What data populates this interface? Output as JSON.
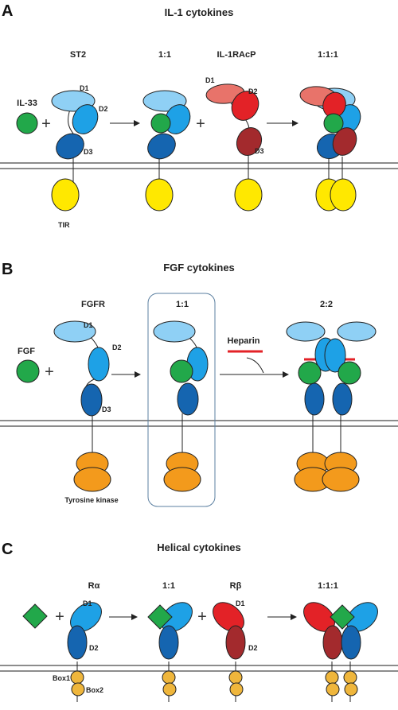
{
  "colors": {
    "ligand_green": "#22a84a",
    "d1_light_blue": "#8fd0f5",
    "d2_blue": "#1ea1e6",
    "d3_dark_blue": "#1565b0",
    "d1_salmon": "#e8736a",
    "d2_red": "#e32227",
    "d3_dark_red": "#a32a2d",
    "tir_yellow": "#ffe800",
    "kinase_orange": "#f39a1c",
    "box_gold": "#efb63c",
    "heparin_red": "#e32227",
    "membrane_gray": "#666666"
  },
  "panel_a": {
    "letter": "A",
    "title": "IL-1 cytokines",
    "receptor_label": "ST2",
    "complex1_label": "1:1",
    "coreceptor_label": "IL-1RAcP",
    "complex2_label": "1:1:1",
    "ligand_label": "IL-33",
    "d1": "D1",
    "d2": "D2",
    "d3": "D3",
    "tir": "TIR",
    "plus": "+"
  },
  "panel_b": {
    "letter": "B",
    "title": "FGF cytokines",
    "receptor_label": "FGFR",
    "complex1_label": "1:1",
    "complex2_label": "2:2",
    "ligand_label": "FGF",
    "heparin_label": "Heparin",
    "d1": "D1",
    "d2": "D2",
    "d3": "D3",
    "kinase_label": "Tyrosine kinase",
    "plus": "+"
  },
  "panel_c": {
    "letter": "C",
    "title": "Helical cytokines",
    "receptor_alpha_label": "Rα",
    "complex1_label": "1:1",
    "receptor_beta_label": "Rβ",
    "complex2_label": "1:1:1",
    "d1": "D1",
    "d2": "D2",
    "box1": "Box1",
    "box2": "Box2",
    "plus": "+"
  }
}
